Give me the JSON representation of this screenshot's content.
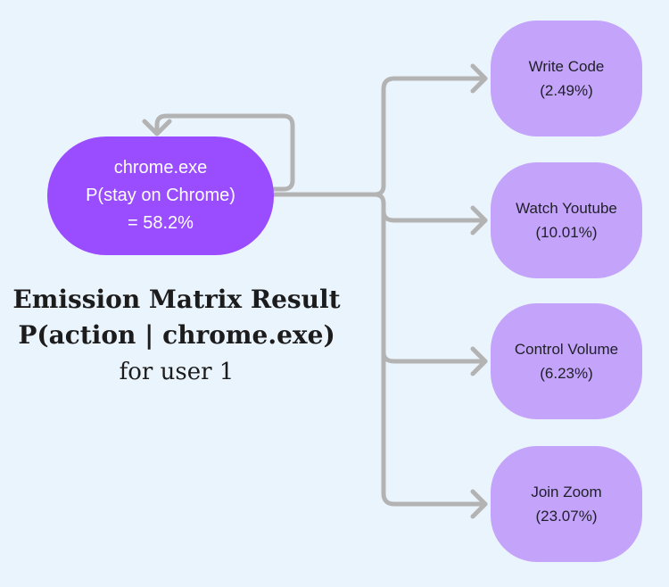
{
  "source": {
    "lines": [
      "chrome.exe",
      "P(stay on Chrome)",
      "= 58.2%"
    ]
  },
  "actions": [
    {
      "label": "Write Code",
      "probability": "(2.49%)"
    },
    {
      "label": "Watch Youtube",
      "probability": "(10.01%)"
    },
    {
      "label": "Control Volume",
      "probability": "(6.23%)"
    },
    {
      "label": "Join Zoom",
      "probability": "(23.07%)"
    }
  ],
  "caption": {
    "title_line1": "Emission Matrix Result",
    "title_line2": "P(action | chrome.exe)",
    "subtitle": "for user 1"
  },
  "colors": {
    "background": "#eaf4fd",
    "source_fill": "#9a4cff",
    "action_fill": "#c4a3fb",
    "connector": "#b3b3b3"
  }
}
